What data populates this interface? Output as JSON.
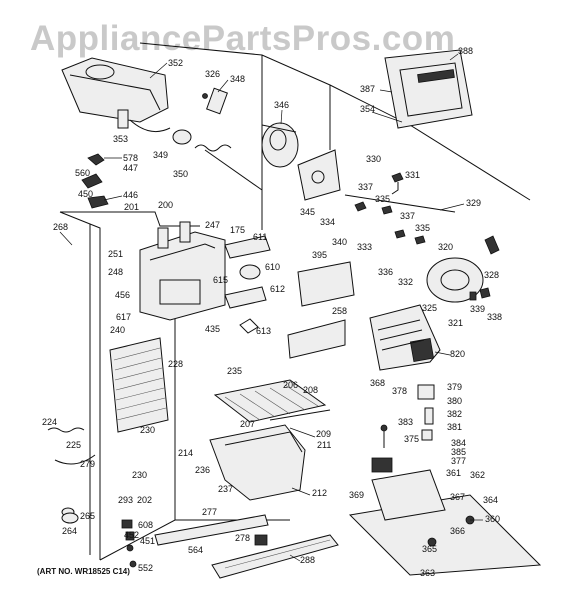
{
  "watermark": "AppliancePartsPros.com",
  "art_number": "(ART NO. WR18525 C14)",
  "callouts": {
    "p352": "352",
    "p353": "353",
    "p326": "326",
    "p348": "348",
    "p346": "346",
    "p388": "388",
    "p387": "387",
    "p354": "354",
    "p578": "578",
    "p447": "447",
    "p560": "560",
    "p450": "450",
    "p446": "446",
    "p349": "349",
    "p350": "350",
    "p330": "330",
    "p331": "331",
    "p337a": "337",
    "p335a": "335",
    "p329": "329",
    "p345": "345",
    "p334": "334",
    "p340": "340",
    "p333": "333",
    "p337b": "337",
    "p335b": "335",
    "p320": "320",
    "p336": "336",
    "p332": "332",
    "p328": "328",
    "p201": "201",
    "p200": "200",
    "p247": "247",
    "p268": "268",
    "p251": "251",
    "p175": "175",
    "p611": "611",
    "p610": "610",
    "p395": "395",
    "p248": "248",
    "p456": "456",
    "p615": "615",
    "p612": "612",
    "p617": "617",
    "p435": "435",
    "p613": "613",
    "p258": "258",
    "p240": "240",
    "p228": "228",
    "p325": "325",
    "p321": "321",
    "p339": "339",
    "p338": "338",
    "p820": "820",
    "p235": "235",
    "p206": "206",
    "p208": "208",
    "p368": "368",
    "p378": "378",
    "p379": "379",
    "p380": "380",
    "p382": "382",
    "p381": "381",
    "p383": "383",
    "p375": "375",
    "p384": "384",
    "p385": "385",
    "p377": "377",
    "p224": "224",
    "p225": "225",
    "p279": "279",
    "p230a": "230",
    "p230b": "230",
    "p214": "214",
    "p236": "236",
    "p207": "207",
    "p209": "209",
    "p211": "211",
    "p237": "237",
    "p212": "212",
    "p361": "361",
    "p362": "362",
    "p369": "369",
    "p367": "367",
    "p364": "364",
    "p360": "360",
    "p366": "366",
    "p365": "365",
    "p363": "363",
    "p293": "293",
    "p202": "202",
    "p264": "264",
    "p265": "265",
    "p608": "608",
    "p452": "452",
    "p451": "451",
    "p552": "552",
    "p277": "277",
    "p278": "278",
    "p564": "564",
    "p288": "288"
  }
}
